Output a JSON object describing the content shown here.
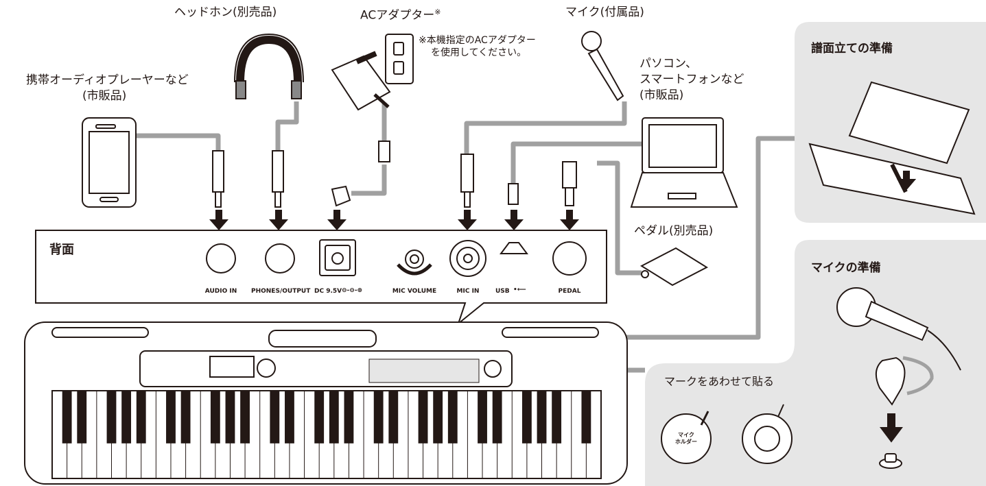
{
  "devices": {
    "headphones": "ヘッドホン(別売品)",
    "ac_adapter": "ACアダプター",
    "ac_adapter_mark": "※",
    "ac_adapter_note_line1": "※本機指定のACアダプター",
    "ac_adapter_note_line2": "を使用してください。",
    "mic": "マイク(付属品)",
    "portable_audio_line1": "携帯オーディオプレーヤーなど",
    "portable_audio_line2": "(市販品)",
    "pc_line1": "パソコン、",
    "pc_line2": "スマートフォンなど",
    "pc_line3": "(市販品)",
    "pedal": "ペダル(別売品)"
  },
  "rear_panel": {
    "title": "背面",
    "jacks": [
      "AUDIO IN",
      "PHONES/OUTPUT",
      "DC 9.5V",
      "MIC VOLUME",
      "MIC IN",
      "USB",
      "PEDAL"
    ]
  },
  "music_stand_panel": {
    "title": "譜面立ての準備"
  },
  "mic_panel": {
    "title": "マイクの準備",
    "instruction": "マークをあわせて貼る",
    "sticker_line1": "マイク",
    "sticker_line2": "ホルダー"
  },
  "colors": {
    "cable": "#a0a0a0",
    "panel_bg": "#e6e6e6",
    "ink": "#231815"
  }
}
